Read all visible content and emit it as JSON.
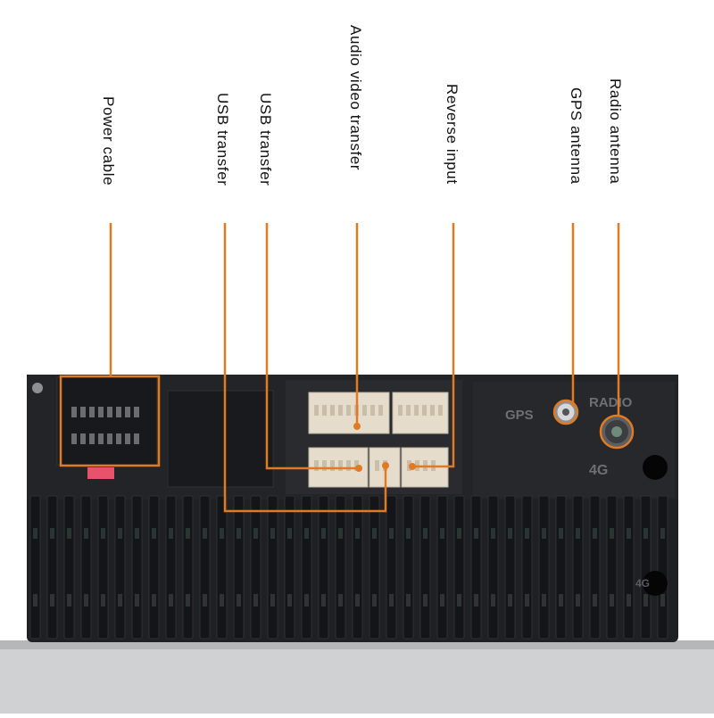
{
  "labels": {
    "power_cable": "Power cable",
    "usb_transfer_1": "USB transfer",
    "usb_transfer_2": "USB transfer",
    "audio_video_transfer": "Audio video transfer",
    "reverse_input": "Reverse input",
    "gps_antenna": "GPS antenna",
    "radio_antenna": "Radio antenna"
  },
  "panel_marks": {
    "gps": "GPS",
    "radio": "RADIO",
    "4g": "4G",
    "aux": "4G"
  },
  "colors": {
    "callout": "#e07b24",
    "housing": "#1f2024",
    "fin": "#141518",
    "plate": "#2a2b2f",
    "connector": "#e6dccc",
    "fuse": "#e8536b",
    "base": "#c8cacb"
  }
}
